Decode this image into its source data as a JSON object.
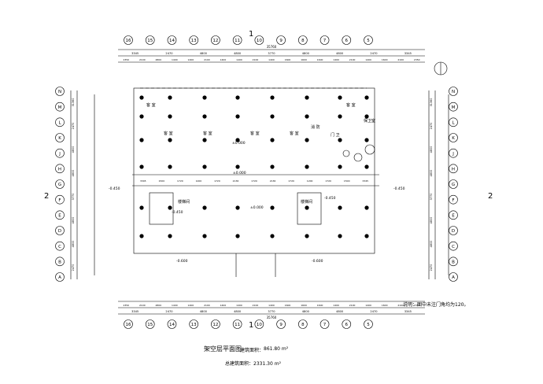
{
  "drawing": {
    "section_mark": "1",
    "side_mark": "2",
    "columns_top": [
      "16",
      "15",
      "14",
      "13",
      "12",
      "11",
      "10",
      "9",
      "8",
      "7",
      "6",
      "5"
    ],
    "columns_bottom": [
      "16",
      "15",
      "14",
      "13",
      "12",
      "11",
      "10",
      "9",
      "8",
      "7",
      "6",
      "5"
    ],
    "rows_left": [
      "N",
      "M",
      "L",
      "K",
      "J",
      "H",
      "G",
      "F",
      "E",
      "D",
      "C",
      "B",
      "A"
    ],
    "rows_right": [
      "N",
      "M",
      "L",
      "K",
      "J",
      "H",
      "G",
      "F",
      "E",
      "D",
      "C",
      "B",
      "A"
    ],
    "dims_top_overall": [
      "35760"
    ],
    "dims_top_mid": [
      "3345",
      "2470",
      "4800",
      "4800",
      "3770",
      "4800",
      "4800",
      "2470",
      "3345"
    ],
    "dims_top_detail": [
      "2350",
      "2100",
      "4800",
      "1400",
      "1400",
      "2100",
      "1400",
      "1400",
      "2100",
      "1400",
      "1600",
      "1600",
      "1600",
      "1400",
      "2100",
      "1400",
      "1600",
      "2100",
      "2350"
    ],
    "dims_bottom_overall": [
      "35760"
    ],
    "dims_bottom_mid": [
      "3345",
      "2470",
      "4800",
      "4800",
      "3770",
      "4800",
      "4800",
      "2470",
      "3345"
    ],
    "dims_bottom_detail": [
      "2350",
      "2100",
      "4800",
      "1400",
      "1400",
      "2100",
      "1400",
      "1400",
      "2100",
      "1400",
      "1600",
      "1600",
      "1600",
      "1400",
      "2100",
      "1400",
      "1600",
      "2100",
      "2350"
    ],
    "dims_left": [
      "31360",
      "2470",
      "4800",
      "4800",
      "3770",
      "4800",
      "4800",
      "2470"
    ],
    "dims_right": [
      "31360",
      "2470",
      "4800",
      "4800",
      "3770",
      "4800",
      "4800",
      "2470"
    ],
    "corridor_dims": [
      "3345",
      "1500",
      "1720",
      "1200",
      "1720",
      "2136",
      "1720",
      "2136",
      "1720",
      "1200",
      "1720",
      "1500",
      "3345"
    ],
    "room_labels": [
      "客 室",
      "客 室",
      "客 室",
      "客 室",
      "客 室",
      "客 室",
      "消 防",
      "门 卫",
      "保卫室"
    ],
    "elevations": [
      "±0.000",
      "±0.000",
      "-0.450",
      "-0.450",
      "-0.600",
      "-0.600",
      "-0.450",
      "-0.450",
      "±0.000"
    ],
    "stair_labels": [
      "楼梯间",
      "楼梯间"
    ],
    "notes": {
      "right_note": "说明：图中未注门角均为120。",
      "title": "架空层平面图",
      "area_label": "建筑面积：",
      "area_value": "861.80 m²",
      "total_area": "总建筑面积：2331.30 m²"
    }
  }
}
